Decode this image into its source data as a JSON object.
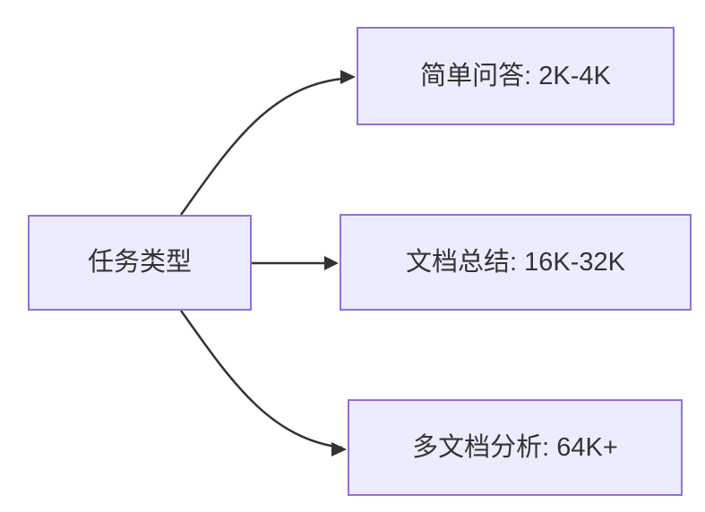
{
  "diagram": {
    "type": "flowchart-left-to-right",
    "colors": {
      "node_fill": "#ECECFF",
      "node_border": "#9370DB",
      "edge_stroke": "#333333",
      "text": "#333333",
      "background": "#FFFFFF"
    },
    "nodes": [
      {
        "id": "task-type",
        "label": "任务类型"
      },
      {
        "id": "simple-qa",
        "label": "简单问答: 2K-4K"
      },
      {
        "id": "doc-summary",
        "label": "文档总结: 16K-32K"
      },
      {
        "id": "multi-doc",
        "label": "多文档分析: 64K+"
      }
    ],
    "edges": [
      {
        "from": "task-type",
        "to": "simple-qa"
      },
      {
        "from": "task-type",
        "to": "doc-summary"
      },
      {
        "from": "task-type",
        "to": "multi-doc"
      }
    ]
  }
}
